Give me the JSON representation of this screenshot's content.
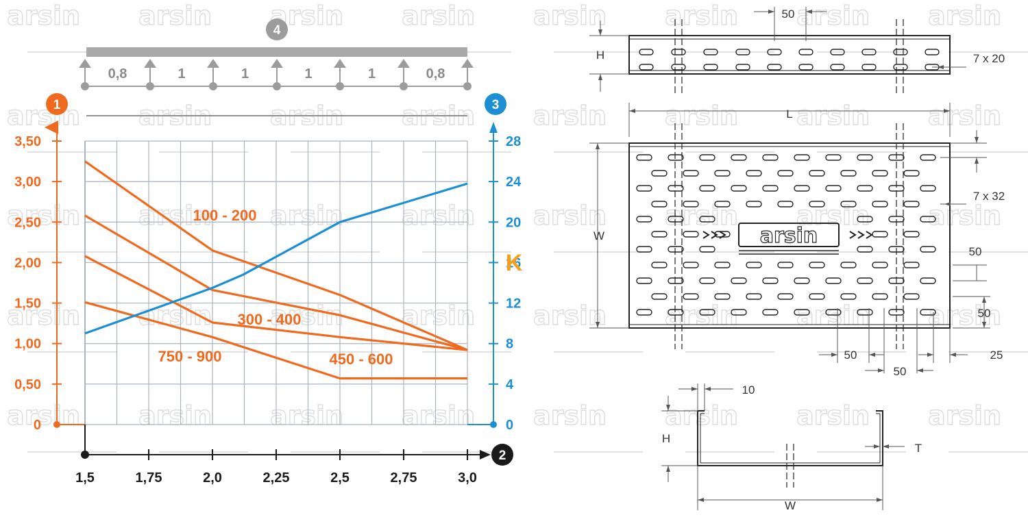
{
  "watermark": {
    "text": "arsin"
  },
  "chart_data": {
    "type": "line",
    "title": "",
    "markers": {
      "left_axis": "1",
      "x_axis": "2",
      "right_axis": "3",
      "support_beam": "4"
    },
    "support_spans": [
      "0,8",
      "1",
      "1",
      "1",
      "1",
      "0,8"
    ],
    "x_ticks": [
      "1,5",
      "1,75",
      "2,0",
      "2,25",
      "2,5",
      "2,75",
      "3,0"
    ],
    "left_ticks": [
      "0",
      "0,50",
      "1,00",
      "1,50",
      "2,00",
      "2,50",
      "3,00",
      "3,50"
    ],
    "right_ticks": [
      "0",
      "4",
      "8",
      "12",
      "16",
      "20",
      "24",
      "28"
    ],
    "right_label": "K",
    "xlim": [
      1.5,
      3.0
    ],
    "left_ylim": [
      0,
      3.5
    ],
    "right_ylim": [
      0,
      28
    ],
    "grid": true,
    "series": [
      {
        "name": "100 - 200",
        "axis": "left",
        "color": "#ef6a1e",
        "x": [
          1.5,
          2.0,
          2.5,
          3.0
        ],
        "y": [
          3.25,
          2.15,
          1.6,
          0.92
        ]
      },
      {
        "name": "300 - 400",
        "axis": "left",
        "color": "#ef6a1e",
        "x": [
          1.5,
          2.0,
          2.5,
          3.0
        ],
        "y": [
          2.58,
          1.66,
          1.35,
          0.92
        ]
      },
      {
        "name": "750 - 900",
        "axis": "left",
        "color": "#ef6a1e",
        "x": [
          1.5,
          2.0,
          2.5,
          3.0
        ],
        "y": [
          2.08,
          1.26,
          1.08,
          0.92
        ]
      },
      {
        "name": "450 - 600",
        "axis": "left",
        "color": "#ef6a1e",
        "x": [
          1.5,
          2.0,
          2.5,
          3.0
        ],
        "y": [
          1.51,
          1.08,
          0.57,
          0.57
        ]
      },
      {
        "name": "",
        "axis": "right",
        "color": "#1c8fd4",
        "x": [
          1.5,
          2.0,
          2.12,
          2.5,
          3.0
        ],
        "y": [
          9.0,
          13.5,
          14.8,
          20.0,
          23.8
        ]
      }
    ]
  },
  "drawing": {
    "side_view": {
      "height_label": "H",
      "pitch": "50",
      "slot": "7 x 20"
    },
    "top_view": {
      "length_label": "L",
      "width_label": "W",
      "slot": "7 x 32",
      "logo": "arsin",
      "dim_a": "50",
      "dim_b": "50",
      "dim_c": "50",
      "dim_d": "50",
      "dim_e": "25"
    },
    "section": {
      "lip": "10",
      "height_label": "H",
      "width_label": "W",
      "thickness_label": "T"
    }
  }
}
